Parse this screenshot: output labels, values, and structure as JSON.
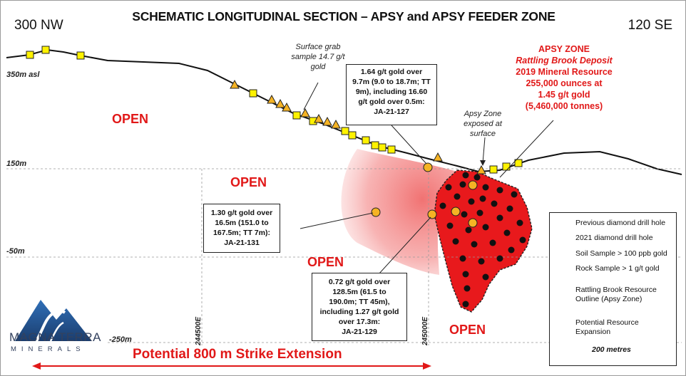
{
  "title": "SCHEMATIC LONGITUDINAL SECTION – APSY and APSY FEEDER ZONE",
  "orientation": {
    "left": "300 NW",
    "right": "120 SE"
  },
  "elevations": [
    "350m asl",
    "150m",
    "-50m",
    "-250m"
  ],
  "eastings": [
    "244500E",
    "245000E"
  ],
  "open_labels": [
    "OPEN",
    "OPEN",
    "OPEN",
    "OPEN"
  ],
  "annotations": {
    "surface_grab": [
      "Surface grab",
      "sample 14.7 g/t",
      "gold"
    ],
    "apsy_exposed": [
      "Apsy Zone",
      "exposed at",
      "surface"
    ]
  },
  "callouts": {
    "ja21127": [
      "1.64 g/t gold over",
      "9.7m (9.0 to 18.7m; TT",
      "9m), including 16.60",
      "g/t gold over 0.5m:",
      "JA-21-127"
    ],
    "ja21131": [
      "1.30 g/t gold over",
      "16.5m (151.0 to",
      "167.5m; TT 7m):",
      "JA-21-131"
    ],
    "ja21129": [
      "0.72 g/t gold over",
      "128.5m (61.5 to",
      "190.0m; TT 45m),",
      "including 1.27 g/t gold",
      "over 17.3m:",
      "JA-21-129"
    ]
  },
  "apsy_zone": {
    "heading": "APSY ZONE",
    "deposit": "Rattling Brook Deposit",
    "lines": [
      "2019 Mineral Resource",
      "255,000 ounces at",
      "1.45 g/t gold",
      "(5,460,000 tonnes)"
    ]
  },
  "legend": {
    "items": [
      {
        "label": "Previous diamond drill hole",
        "icon": "black-dot-icon"
      },
      {
        "label": "2021 diamond drill hole",
        "icon": "orange-dot-icon"
      },
      {
        "label": "Soil Sample > 100 ppb gold",
        "icon": "yellow-square-icon"
      },
      {
        "label": "Rock Sample > 1 g/t gold",
        "icon": "orange-triangle-icon"
      },
      {
        "label": "Rattling Brook Resource",
        "label2": "Outline (Apsy Zone)",
        "icon": "red-outline-icon"
      },
      {
        "label": "Potential Resource",
        "label2": "Expansion",
        "icon": "pink-blob-icon"
      }
    ],
    "scale": "200 metres"
  },
  "strike_extension": "Potential 800 m Strike Extension",
  "logo": {
    "name": "MAGNA TERRA",
    "sub": "MINERALS"
  },
  "colors": {
    "resource_red": "#e8191c",
    "expansion_pink": "#f59a9a",
    "drill_2021": "#f5b324",
    "soil_yellow": "#fff200",
    "rock_orange": "#f5b324",
    "text_red": "#e11818"
  }
}
